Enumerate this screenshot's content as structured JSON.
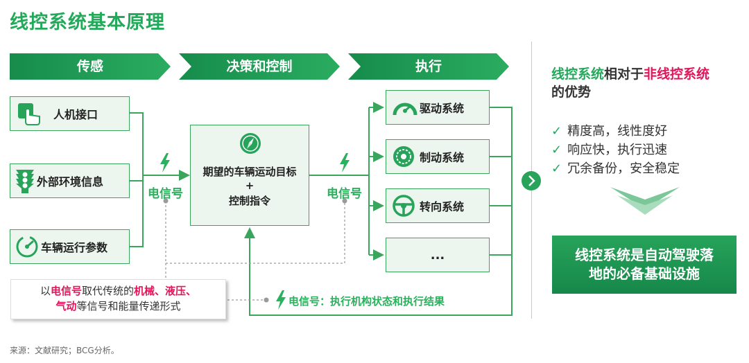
{
  "title": "线控系统基本原理",
  "stages": [
    "传感",
    "决策和控制",
    "执行"
  ],
  "inputs": [
    {
      "label": "人机接口",
      "icon": "touch-hand-icon"
    },
    {
      "label": "外部环境信息",
      "icon": "traffic-light-icon"
    },
    {
      "label": "车辆运行参数",
      "icon": "gauge-icon"
    }
  ],
  "center": {
    "line1": "期望的车辆运动目标",
    "line2": "+",
    "line3": "控制指令",
    "icon": "compass-icon"
  },
  "signal_label": "电信号",
  "outputs": [
    {
      "label": "驱动系统",
      "icon": "speedometer-icon"
    },
    {
      "label": "制动系统",
      "icon": "brake-disc-icon"
    },
    {
      "label": "转向系统",
      "icon": "steering-wheel-icon"
    },
    {
      "label": "...",
      "icon": ""
    }
  ],
  "feedback": {
    "prefix": "电信号：",
    "text": "执行机构状态和执行结果"
  },
  "note": {
    "p1": "以",
    "h1": "电信号",
    "p2": "取代传统的",
    "h2": "机械、液压、",
    "h3": "气动",
    "p3": "等信号和能量传递形式"
  },
  "right": {
    "h_green": "线控系统",
    "h_mid": "相对于",
    "h_red": "非线控系统",
    "h_tail": "的优势",
    "benefits": [
      "精度高，线性度好",
      "响应快，执行迅速",
      "冗余备份，安全稳定"
    ],
    "check": "✓",
    "conclusion_l1": "线控系统是自动驾驶落",
    "conclusion_l2": "地的必备基础设施"
  },
  "source": "来源：文献研究；BCG分析。",
  "colors": {
    "green": "#23a95a",
    "dark_green": "#16884a",
    "red": "#e4145a",
    "box_fill": "#edf6ee"
  }
}
